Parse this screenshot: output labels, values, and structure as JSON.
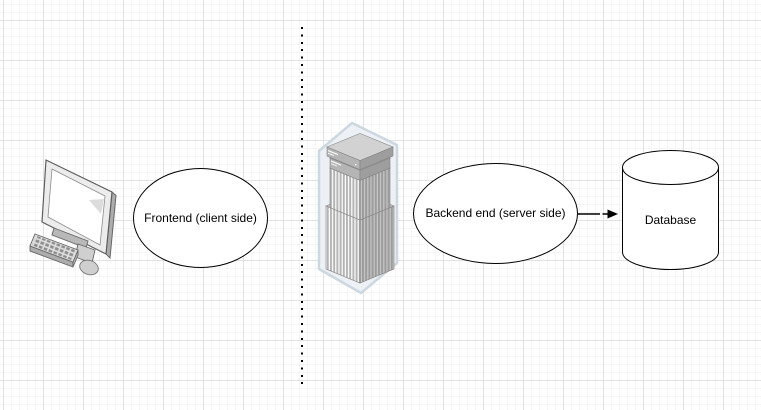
{
  "canvas": {
    "background": "#ffffff"
  },
  "colors": {
    "grid-minor": "#f5f5f6",
    "grid-major": "#e2e2e2",
    "shape-stroke": "#000000",
    "shape-fill": "#ffffff",
    "label-text": "#000000",
    "icon-gray-light": "#d2d2d2",
    "icon-gray-mid": "#b4b4b4",
    "icon-gray-dark": "#9c9c9c",
    "server-halo-fill": "#edf1f5",
    "server-halo-stroke": "#cdd7df"
  },
  "nodes": {
    "computer": {
      "icon": "desktop-computer-icon",
      "label": ""
    },
    "frontend": {
      "shape": "ellipse",
      "label": "Frontend (client side)"
    },
    "divider": {
      "shape": "vertical-dotted-line"
    },
    "server": {
      "icon": "server-rack-icon",
      "label": ""
    },
    "backend": {
      "shape": "ellipse",
      "label": "Backend end (server side)"
    },
    "database": {
      "shape": "cylinder",
      "label": "Database"
    }
  },
  "connectors": {
    "backend_to_database": {
      "type": "arrow",
      "direction": "right"
    }
  }
}
